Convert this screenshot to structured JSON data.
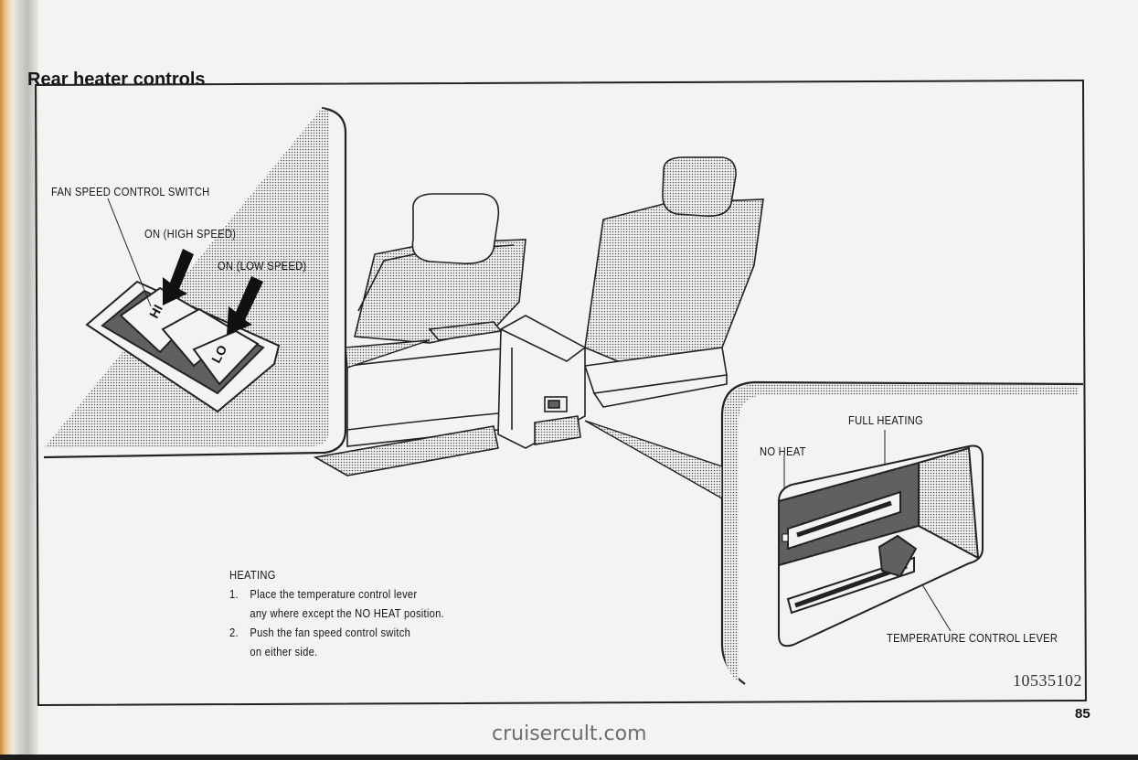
{
  "title": "Rear heater controls",
  "labels": {
    "fan_speed_switch": "FAN SPEED CONTROL SWITCH",
    "on_high": "ON (HIGH SPEED)",
    "on_low": "ON (LOW SPEED)",
    "full_heating": "FULL HEATING",
    "no_heat": "NO HEAT",
    "temp_lever": "TEMPERATURE CONTROL LEVER",
    "switch_hi": "HI",
    "switch_lo": "LO"
  },
  "instructions": {
    "heading": "HEATING",
    "steps": [
      {
        "num": "1.",
        "line1": "Place the temperature control lever",
        "line2": "any where except the NO HEAT position."
      },
      {
        "num": "2.",
        "line1": "Push the fan speed control switch",
        "line2": "on either side."
      }
    ]
  },
  "figure_code": "10535102",
  "page_number": "85",
  "watermark": "cruisercult.com"
}
